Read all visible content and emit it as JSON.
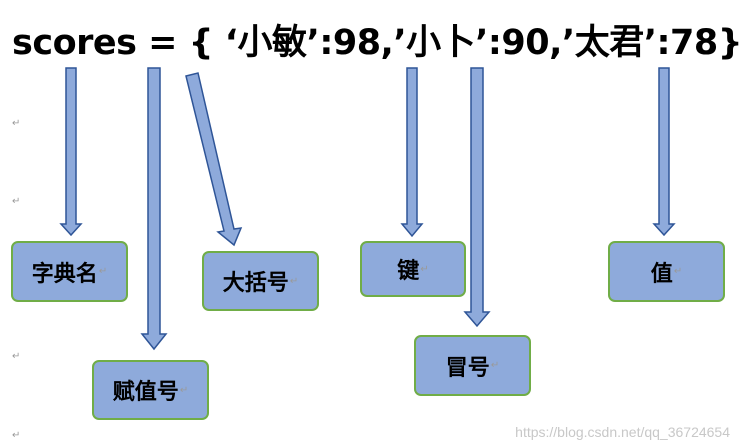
{
  "code": {
    "text": "scores = { ‘小敏’:98,’小卜’:90,’太君’:78}",
    "para_mark": "↵"
  },
  "labels": {
    "dict_name": "字典名",
    "assignment": "赋值号",
    "braces": "大括号",
    "key": "键",
    "colon": "冒号",
    "value": "值"
  },
  "para_mark": "↵",
  "watermark": "https://blog.csdn.net/qq_36724654",
  "colors": {
    "box_fill": "#8eaadb",
    "box_border": "#70ad47",
    "arrow_fill": "#8eaadb",
    "arrow_stroke": "#2f5597"
  }
}
